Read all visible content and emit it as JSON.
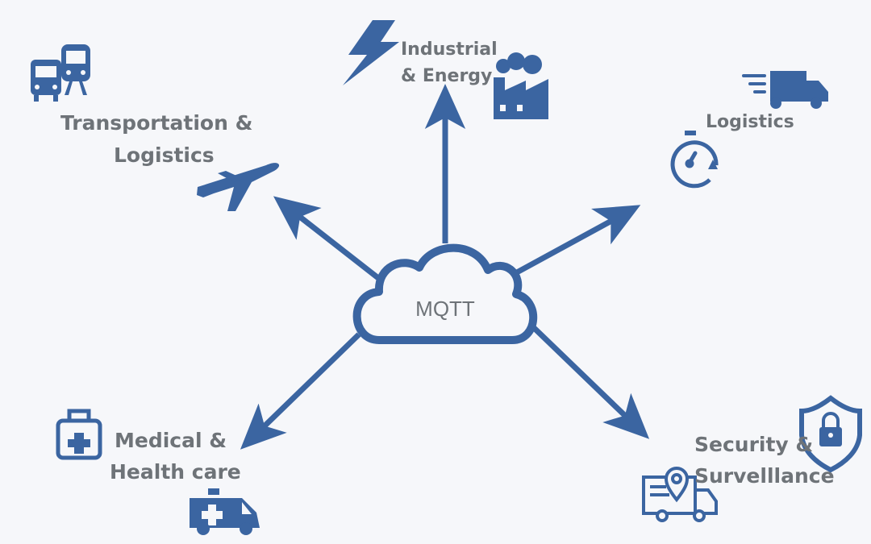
{
  "center": {
    "label": "MQTT"
  },
  "nodes": {
    "transport": {
      "line1": "Transportation &",
      "line2": "Logistics",
      "icons": [
        "bus-icon",
        "train-icon",
        "airplane-icon"
      ]
    },
    "industrial": {
      "line1": "Industrial",
      "line2": "& Energy",
      "icons": [
        "lightning-icon",
        "factory-icon"
      ]
    },
    "logistics": {
      "line1": "Logistics",
      "icons": [
        "delivery-truck-icon",
        "stopwatch-icon"
      ]
    },
    "medical": {
      "line1": "Medical &",
      "line2": "Health care",
      "icons": [
        "first-aid-kit-icon",
        "ambulance-icon"
      ]
    },
    "security": {
      "line1": "Security &",
      "line2": "Survelllance",
      "icons": [
        "shield-lock-icon",
        "truck-location-icon"
      ]
    }
  },
  "colors": {
    "accent": "#3b65a1",
    "text": "#6e7378",
    "background": "#f6f7fa"
  }
}
